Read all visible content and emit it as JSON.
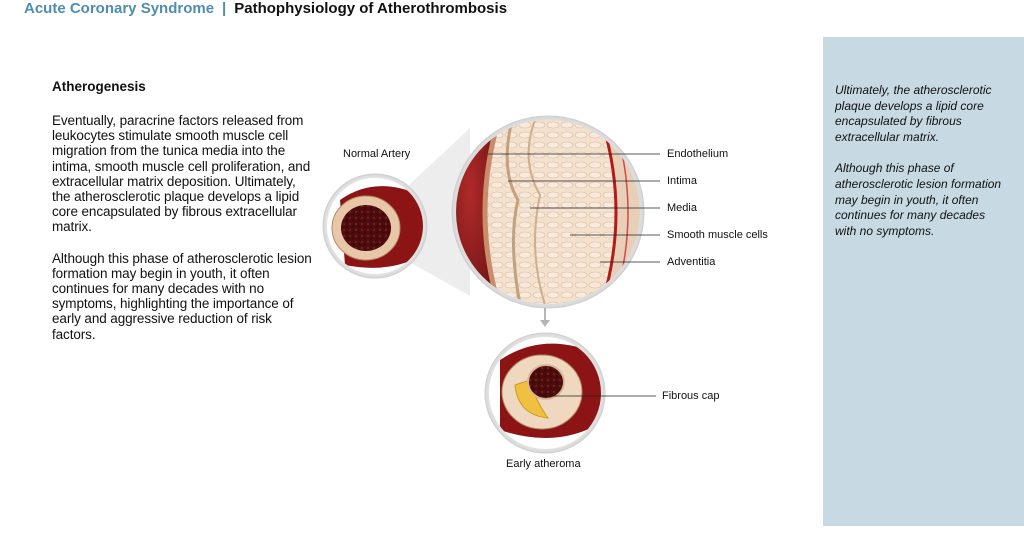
{
  "header": {
    "brand": "Acute Coronary Syndrome",
    "separator": "|",
    "topic": "Pathophysiology of Atherothrombosis"
  },
  "content": {
    "title": "Atherogenesis",
    "paragraphs": [
      "Eventually, paracrine factors released from leukocytes stimulate smooth muscle cell migration from the tunica media into the intima, smooth muscle cell proliferation, and extracellular matrix deposition. Ultimately, the atherosclerotic plaque develops a lipid core encapsulated by fibrous extracellular matrix.",
      "Although this phase of atherosclerotic lesion formation may begin in  youth, it often continues for many decades with no symptoms, highlighting the importance of early and aggressive reduction of risk factors."
    ]
  },
  "diagram": {
    "normal_artery_label": "Normal Artery",
    "early_atheroma_label": "Early atheroma",
    "layer_labels": {
      "endothelium": "Endothelium",
      "intima": "Intima",
      "media": "Media",
      "smooth_muscle": "Smooth muscle cells",
      "adventitia": "Adventitia",
      "fibrous_cap": "Fibrous cap"
    }
  },
  "sidebar": {
    "paragraphs": [
      "Ultimately,  the atherosclerotic  plaque develops  a lipid core encapsulated  by fibrous extracellular matrix.",
      "Although  this phase of atherosclerotic  lesion formation  may begin  in youth,  it often continues for many decades  with no symptoms."
    ]
  },
  "colors": {
    "brand": "#4e8db0",
    "sidebar_bg": "#c7d9e3",
    "artery_red": "#9b1c1c",
    "lumen_dark": "#5a0f0f",
    "tissue": "#f2ddc9",
    "lipid": "#f0c040"
  }
}
